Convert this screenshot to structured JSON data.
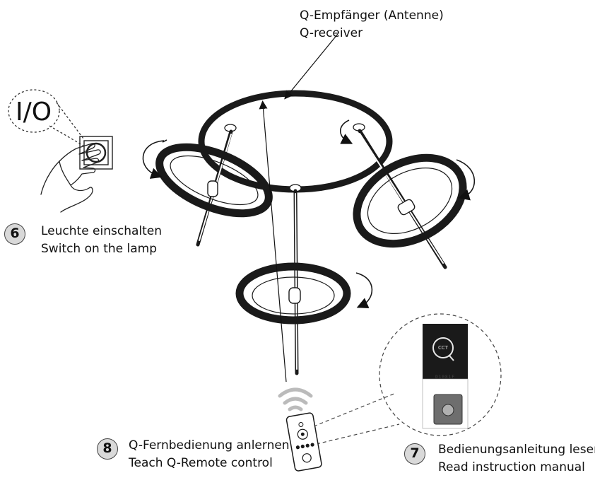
{
  "antenna": {
    "line1": "Q-Empfänger (Antenne)",
    "line2": "Q-receiver"
  },
  "switch_symbol": "I/O",
  "steps": [
    {
      "number": "6",
      "line1": "Leuchte einschalten",
      "line2": "Switch on the lamp"
    },
    {
      "number": "7",
      "line1": "Bedienungsanleitung lesen",
      "line2": "Read instruction manual"
    },
    {
      "number": "8",
      "line1": "Q-Fernbedienung anlernen",
      "line2": "Teach Q-Remote control"
    }
  ],
  "manual": {
    "logo_text": "CCT",
    "code": "D1081F"
  },
  "icons": [
    "wall-switch-icon",
    "hand-icon",
    "wifi-signal-icon",
    "remote-control-icon",
    "rotate-arrow-icon",
    "q-logo-icon"
  ]
}
